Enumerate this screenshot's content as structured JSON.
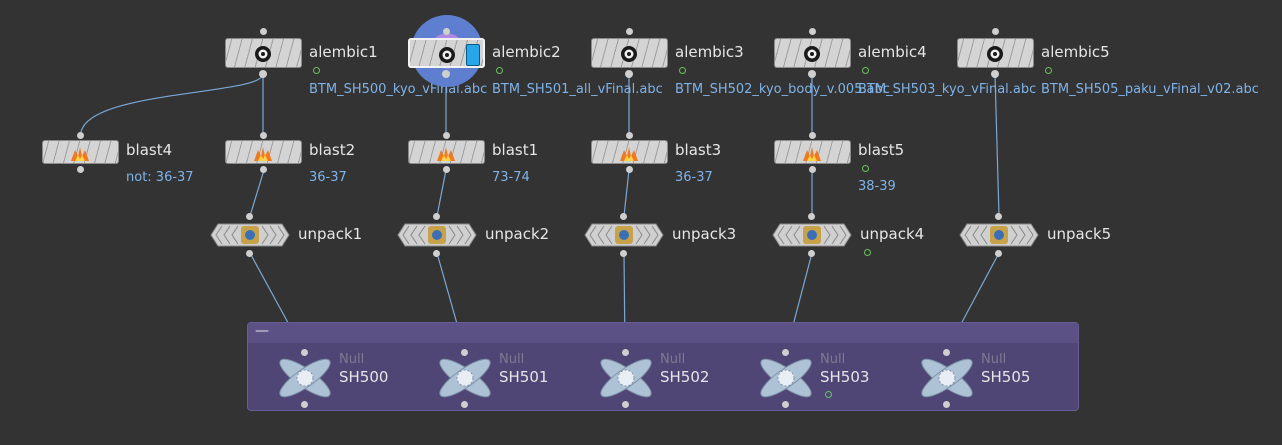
{
  "colors": {
    "background": "#333333",
    "wire": "#7aa8d6",
    "netbox": "#4f4676",
    "selected_accent": "#27a6ea",
    "flag_green": "#68c35a"
  },
  "alembic_nodes": [
    {
      "name": "alembic1",
      "file": "BTM_SH500_kyo_vFinal.abc"
    },
    {
      "name": "alembic2",
      "file": "BTM_SH501_all_vFinal.abc"
    },
    {
      "name": "alembic3",
      "file": "BTM_SH502_kyo_body_v.005.abc"
    },
    {
      "name": "alembic4",
      "file": "BTM_SH503_kyo_vFinal.abc"
    },
    {
      "name": "alembic5",
      "file": "BTM_SH505_paku_vFinal_v02.abc"
    }
  ],
  "blast_nodes": [
    {
      "name": "blast4",
      "group": "not: 36-37"
    },
    {
      "name": "blast2",
      "group": "36-37"
    },
    {
      "name": "blast1",
      "group": "73-74"
    },
    {
      "name": "blast3",
      "group": "36-37"
    },
    {
      "name": "blast5",
      "group": "38-39"
    }
  ],
  "unpack_nodes": [
    {
      "name": "unpack1"
    },
    {
      "name": "unpack2"
    },
    {
      "name": "unpack3"
    },
    {
      "name": "unpack4"
    },
    {
      "name": "unpack5"
    }
  ],
  "null_nodes": [
    {
      "type": "Null",
      "name": "SH500"
    },
    {
      "type": "Null",
      "name": "SH501"
    },
    {
      "type": "Null",
      "name": "SH502"
    },
    {
      "type": "Null",
      "name": "SH503"
    },
    {
      "type": "Null",
      "name": "SH505"
    }
  ],
  "icons": {
    "alembic": "alembic-icon",
    "blast": "blast-icon",
    "unpack": "unpack-icon",
    "null": "null-icon",
    "netbox_collapse": "minus-icon"
  },
  "netbox": {
    "collapse_glyph": "—"
  }
}
